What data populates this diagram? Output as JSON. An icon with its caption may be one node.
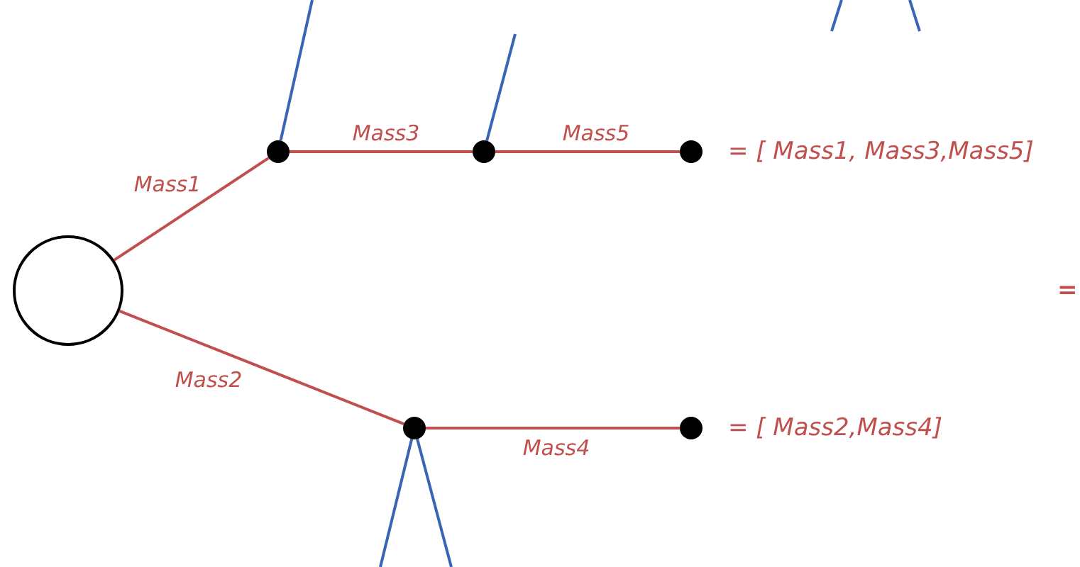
{
  "diagram": {
    "nodes": [
      {
        "text": [],
        "shape": "circle"
      },
      {
        "text": [],
        "shape": "circle"
      },
      {
        "text": [],
        "shape": "circle"
      },
      {
        "text": [],
        "shape": "circle",
        "beside": [
          "= [ Mass1, Mass3,Mass5]"
        ]
      },
      {
        "text": [],
        "shape": "circle"
      },
      {
        "text": [],
        "shape": "circle",
        "beside": [
          "= [ Mass2,Mass4]"
        ]
      }
    ],
    "edges": [
      {
        "from": 0,
        "to": 1,
        "arrow": "none",
        "label": "Mass1"
      },
      {
        "from": 1,
        "to": 2,
        "arrow": "none",
        "label": "Mass3"
      },
      {
        "from": 2,
        "to": 3,
        "arrow": "none",
        "label": "Mass5"
      },
      {
        "from": 0,
        "to": 4,
        "arrow": "none",
        "label": "Mass2"
      },
      {
        "from": 4,
        "to": 5,
        "arrow": "none",
        "label": "Mass4"
      },
      {
        "from": 1,
        "to": null,
        "arrow": "none",
        "color": "#3a64b4"
      },
      {
        "from": 2,
        "to": null,
        "arrow": "none",
        "color": "#3a64b4"
      },
      {
        "from": 4,
        "to": null,
        "arrow": "none",
        "color": "#3a64b4"
      },
      {
        "from": 4,
        "to": null,
        "arrow": "none",
        "color": "#3a64b4"
      }
    ],
    "labels": [
      "="
    ]
  }
}
